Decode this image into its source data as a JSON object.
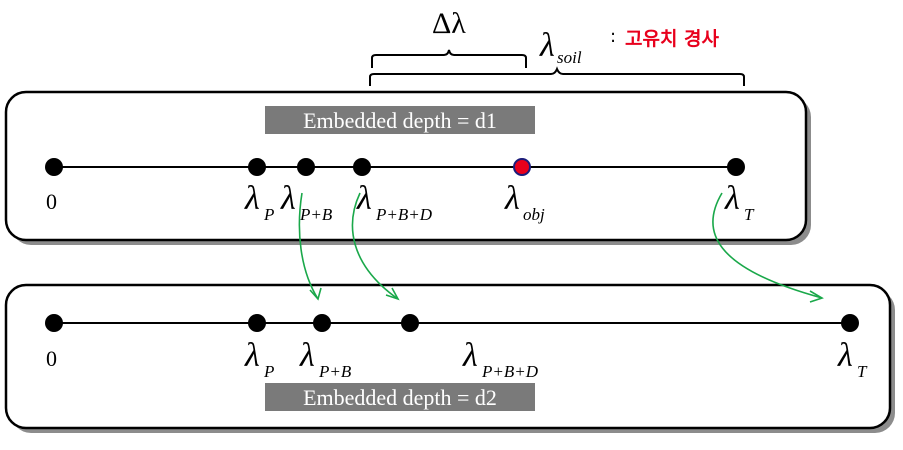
{
  "top_annotation": {
    "delta_label": "Δλ",
    "soil_label": "λ",
    "soil_subscript": "soil",
    "colon": ":",
    "note": "고유치 경사",
    "note_color": "#e8001c"
  },
  "panel1": {
    "label": "Embedded depth = d1",
    "zero": "0",
    "points": [
      {
        "symbol": "λ",
        "sub": "P"
      },
      {
        "symbol": "λ",
        "sub": "P+B"
      },
      {
        "symbol": "λ",
        "sub": "P+B+D"
      },
      {
        "symbol": "λ",
        "sub": "obj"
      },
      {
        "symbol": "λ",
        "sub": "T"
      }
    ]
  },
  "panel2": {
    "label": "Embedded depth = d2",
    "zero": "0",
    "points": [
      {
        "symbol": "λ",
        "sub": "P"
      },
      {
        "symbol": "λ",
        "sub": "P+B"
      },
      {
        "symbol": "λ",
        "sub": "P+B+D"
      },
      {
        "symbol": "λ",
        "sub": "T"
      }
    ]
  },
  "colors": {
    "arrow": "#1aa84a",
    "highlight_dot": "#e8001c",
    "label_box": "#7a7a7a"
  }
}
